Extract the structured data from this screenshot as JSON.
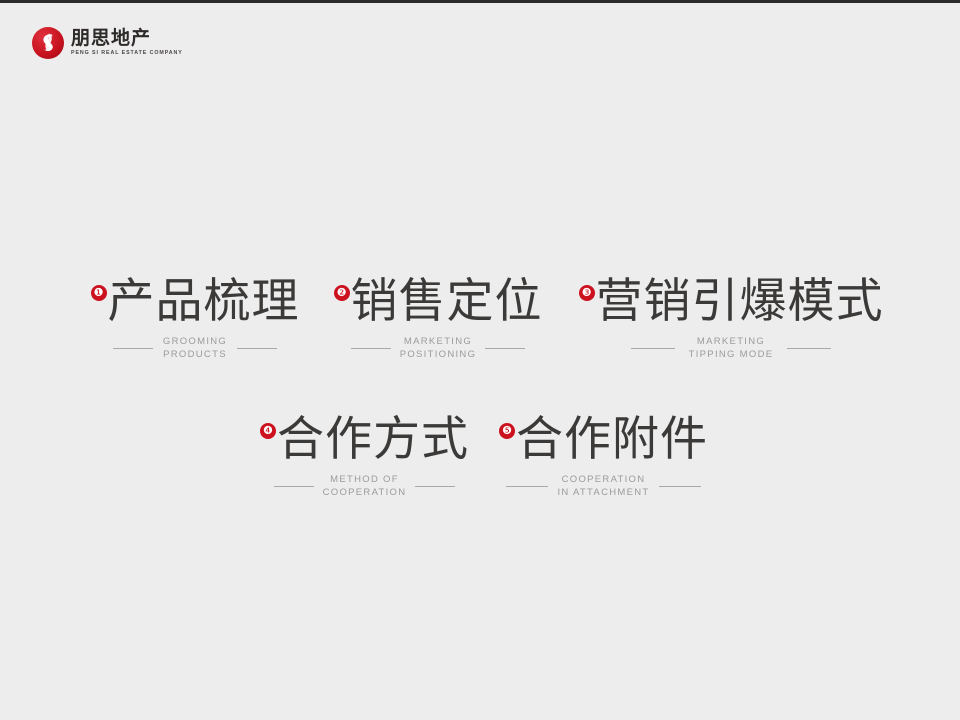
{
  "slide": {
    "background_color": "#ededed",
    "top_border_color": "#2b2b2b",
    "accent_color": "#cc121e",
    "title_color": "#3b3a39",
    "subtitle_color": "#9b9b9b",
    "rule_color": "#a9a9a9"
  },
  "logo": {
    "mark_name": "pengsi-flame-logo",
    "cn_name": "朋思地产",
    "en_name": "PENG SI REAL ESTATE COMPANY"
  },
  "agenda": {
    "rows": [
      {
        "items": [
          {
            "number": "❶",
            "title": "产品梳理",
            "subtitle_line1": "GROOMING",
            "subtitle_line2": "PRODUCTS"
          },
          {
            "number": "❷",
            "title": "销售定位",
            "subtitle_line1": "MARKETING",
            "subtitle_line2": "POSITIONING"
          },
          {
            "number": "❸",
            "title": "营销引爆模式",
            "subtitle_line1": "MARKETING",
            "subtitle_line2": "TIPPING MODE"
          }
        ]
      },
      {
        "items": [
          {
            "number": "❹",
            "title": "合作方式",
            "subtitle_line1": "METHOD OF",
            "subtitle_line2": "COOPERATION"
          },
          {
            "number": "❺",
            "title": "合作附件",
            "subtitle_line1": "COOPERATION",
            "subtitle_line2": "IN ATTACHMENT"
          }
        ]
      }
    ]
  }
}
